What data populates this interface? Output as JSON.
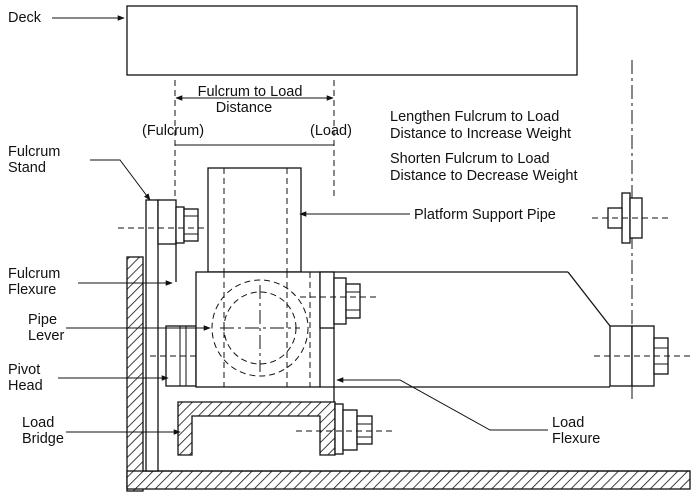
{
  "labels": {
    "deck": "Deck",
    "fulcrum_stand": [
      "Fulcrum",
      "Stand"
    ],
    "fulcrum_flexure": [
      "Fulcrum",
      "Flexure"
    ],
    "pipe_lever": [
      "Pipe",
      "Lever"
    ],
    "pivot_head": [
      "Pivot",
      "Head"
    ],
    "load_bridge": [
      "Load",
      "Bridge"
    ],
    "load_flexure": [
      "Load",
      "Flexure"
    ],
    "platform_support_pipe": "Platform Support Pipe",
    "fulcrum_to_load_distance": [
      "Fulcrum to Load",
      "Distance"
    ],
    "fulcrum": "(Fulcrum)",
    "load": "(Load)",
    "lengthen_note": [
      "Lengthen Fulcrum to Load",
      "Distance to Increase Weight"
    ],
    "shorten_note": [
      "Shorten Fulcrum to Load",
      "Distance to Decrease Weight"
    ]
  }
}
